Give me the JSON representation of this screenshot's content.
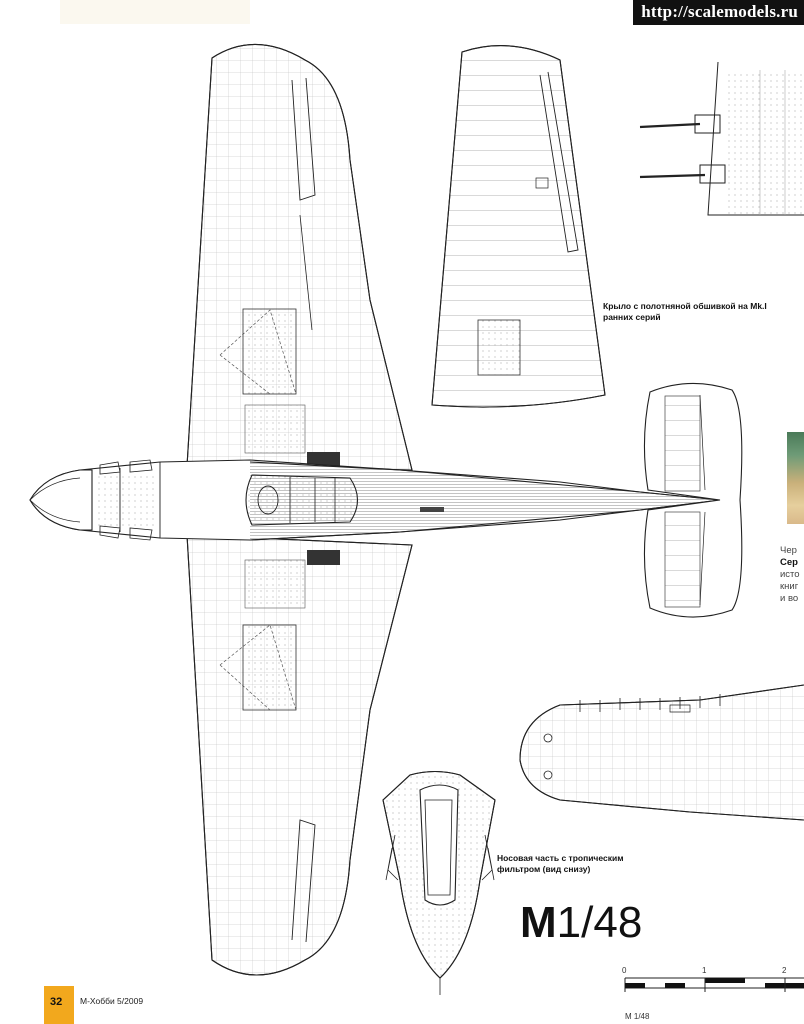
{
  "watermark": {
    "url": "http://scalemodels.ru"
  },
  "captions": {
    "wing": "Крыло с полотняной обшивкой на Mk.I ранних серий",
    "nose": "Носовая часть с тропическим фильтром (вид снизу)"
  },
  "scale": {
    "title_bold": "М",
    "title_rest": "1/48",
    "ticks": [
      "0",
      "1",
      "2"
    ],
    "unit": "М 1/48"
  },
  "footer": {
    "page_number": "32",
    "magazine": "М-Хобби 5/2009",
    "accent_color": "#f2a81d"
  },
  "sidebar_text": [
    "Чер",
    "Сер",
    "исто",
    "книг",
    "и во"
  ]
}
